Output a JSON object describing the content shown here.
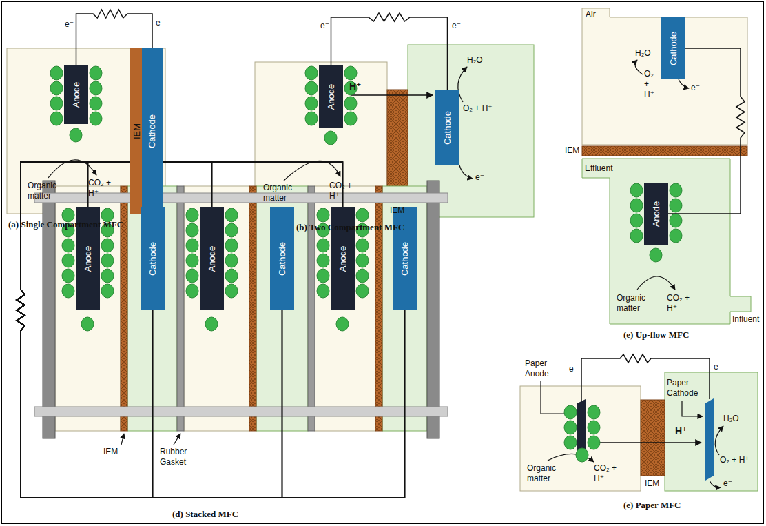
{
  "diagram": {
    "nodes": [
      {
        "text": [
          "Anode"
        ]
      },
      {
        "text": [
          "IEM"
        ]
      },
      {
        "text": [
          "Cathode"
        ]
      },
      {
        "text": [
          "Anode"
        ]
      },
      {
        "text": [
          "Cathode"
        ]
      },
      {
        "text": [
          "Cathode"
        ]
      },
      {
        "text": [
          "Anode"
        ]
      },
      {
        "text": [
          "Anode"
        ]
      },
      {
        "text": [
          "Cathode"
        ]
      },
      {
        "text": [
          "Anode"
        ]
      },
      {
        "text": [
          "Cathode"
        ]
      },
      {
        "text": [
          "Anode"
        ]
      },
      {
        "text": [
          "Cathode"
        ]
      }
    ],
    "edges": [
      {
        "from": 0,
        "to": 2,
        "arrow": "none"
      },
      {
        "from": 3,
        "to": 4,
        "arrow": "none"
      },
      {
        "from": 6,
        "to": 5,
        "arrow": "none"
      },
      {
        "from": 7,
        "to": 8,
        "arrow": "none"
      },
      {
        "from": 7,
        "to": 10,
        "arrow": "none"
      },
      {
        "from": 7,
        "to": 12,
        "arrow": "none"
      },
      {
        "from": 9,
        "to": 8,
        "arrow": "none"
      },
      {
        "from": 9,
        "to": 10,
        "arrow": "none"
      },
      {
        "from": 9,
        "to": 12,
        "arrow": "none"
      },
      {
        "from": 11,
        "to": 8,
        "arrow": "none"
      },
      {
        "from": 11,
        "to": 10,
        "arrow": "none"
      },
      {
        "from": 11,
        "to": 12,
        "arrow": "none"
      }
    ],
    "labels": [
      "e⁻",
      "e⁻",
      "Organic matter",
      "CO₂ + H⁺",
      "(a) Single Compartment MFC",
      "e⁻",
      "e⁻",
      "H⁺",
      "Organic matter",
      "CO₂ + H⁺",
      "IEM",
      "H₂O",
      "O₂ + H⁺",
      "e⁻",
      "(b) Two Compartment MFC",
      "Air",
      "H₂O",
      "O₂ + H⁺",
      "e⁻",
      "IEM",
      "Effluent",
      "Organic matter",
      "CO₂ + H⁺",
      "Influent",
      "(e) Up-flow MFC",
      "IEM",
      "Rubber Gasket",
      "(d) Stacked MFC",
      "Paper Anode",
      "e⁻",
      "e⁻",
      "Paper Cathode",
      "H⁺",
      "H₂O",
      "O₂ + H⁺",
      "e⁻",
      "Organic matter",
      "CO₂ + H⁺",
      "IEM",
      "(e) Paper MFC"
    ]
  }
}
